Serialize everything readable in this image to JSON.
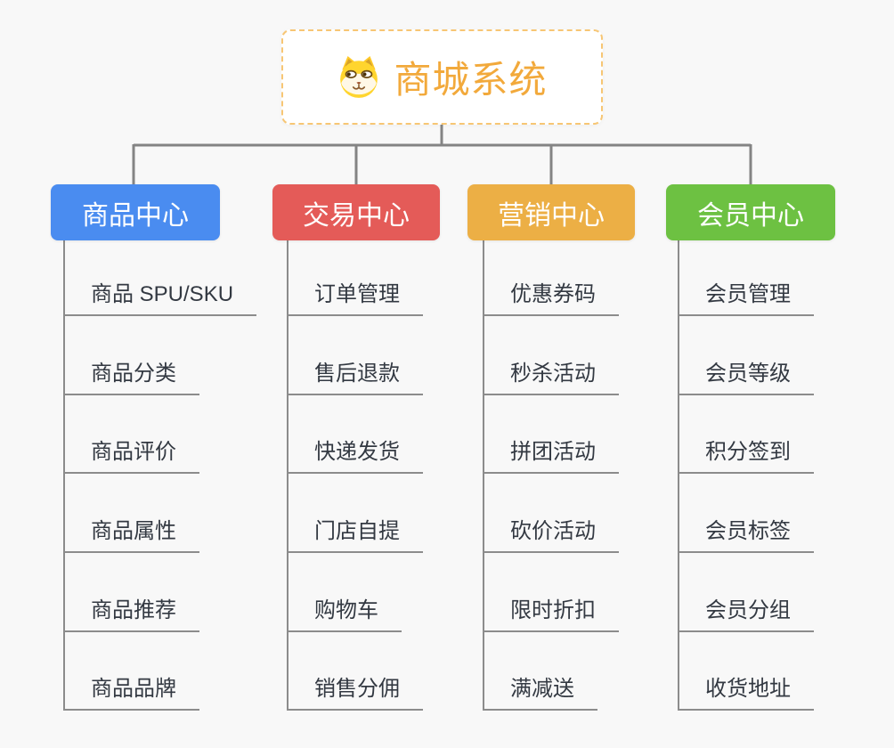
{
  "app": {
    "background_color": "#F8F8F8",
    "connector_color": "#848484",
    "underline_color": "#8C8C8C",
    "text_color": "#333942"
  },
  "root": {
    "title": "商城系统",
    "icon": "dog-face-icon",
    "title_color": "#F2A93B",
    "border_color": "#F7C674"
  },
  "branches": [
    {
      "label": "商品中心",
      "color": "#4A8CF0",
      "children": [
        "商品 SPU/SKU",
        "商品分类",
        "商品评价",
        "商品属性",
        "商品推荐",
        "商品品牌"
      ]
    },
    {
      "label": "交易中心",
      "color": "#E45B58",
      "children": [
        "订单管理",
        "售后退款",
        "快递发货",
        "门店自提",
        "购物车",
        "销售分佣"
      ]
    },
    {
      "label": "营销中心",
      "color": "#ECAF45",
      "children": [
        "优惠券码",
        "秒杀活动",
        "拼团活动",
        "砍价活动",
        "限时折扣",
        "满减送"
      ]
    },
    {
      "label": "会员中心",
      "color": "#6DC142",
      "children": [
        "会员管理",
        "会员等级",
        "积分签到",
        "会员标签",
        "会员分组",
        "收货地址"
      ]
    }
  ]
}
